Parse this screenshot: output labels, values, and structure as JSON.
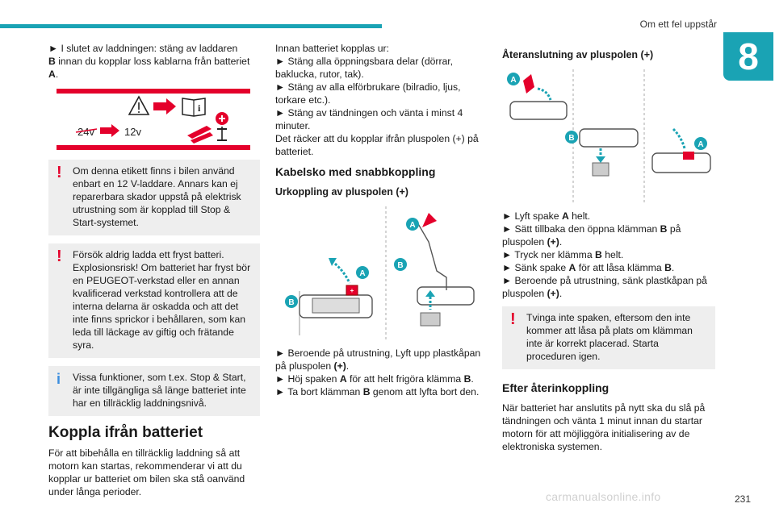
{
  "header": {
    "chapter_title": "Om ett fel uppstår",
    "chapter_number": "8"
  },
  "col1": {
    "intro_bullet": "► I slutet av laddningen: stäng av laddaren",
    "intro_b": "B",
    "intro_mid": " innan du kopplar loss kablarna från batteriet ",
    "intro_a": "A",
    "intro_end": ".",
    "label_24v": "24v",
    "label_12v": "12v",
    "warning1": "Om denna etikett finns i bilen använd enbart en 12 V-laddare. Annars kan ej reparerbara skador uppstå på elektrisk utrustning som är kopplad till Stop & Start-systemet.",
    "warning2": "Försök aldrig ladda ett fryst batteri. Explosionsrisk! Om batteriet har fryst bör en PEUGEOT-verkstad eller en annan kvalificerad verkstad kontrollera att de interna delarna är oskadda och att det inte finns sprickor i behållaren, som kan leda till läckage av giftig och frätande syra.",
    "info1": "Vissa funktioner, som t.ex. Stop & Start, är inte tillgängliga så länge batteriet inte har en tillräcklig laddningsnivå.",
    "section_title": "Koppla ifrån batteriet",
    "section_text": "För att bibehålla en tillräcklig laddning så att motorn kan startas, rekommenderar vi att du kopplar ur batteriet om bilen ska stå oanvänd under långa perioder."
  },
  "col2": {
    "intro": "Innan batteriet kopplas ur:",
    "b1": "► Stäng alla öppningsbara delar (dörrar, baklucka, rutor, tak).",
    "b2": "► Stäng av alla elförbrukare (bilradio, ljus, torkare etc.).",
    "b3": "► Stäng av tändningen och vänta i minst 4 minuter.",
    "after": "Det räcker att du kopplar ifrån pluspolen (+) på batteriet.",
    "heading": "Kabelsko med snabbkoppling",
    "subheading": "Urkoppling av pluspolen (+)",
    "fig_labels": [
      "A",
      "A",
      "B",
      "B"
    ],
    "s1_pre": "► Beroende på utrustning, Lyft upp plastkåpan på pluspolen ",
    "s1_b": "(+)",
    "s1_end": ".",
    "s2_pre": "► Höj spaken ",
    "s2_a": "A",
    "s2_mid": " för att helt frigöra klämma ",
    "s2_b": "B",
    "s2_end": ".",
    "s3_pre": "► Ta bort klämman ",
    "s3_b": "B",
    "s3_end": " genom att lyfta bort den."
  },
  "col3": {
    "subheading": "Återanslutning av pluspolen (+)",
    "fig_labels": [
      "A",
      "B",
      "A"
    ],
    "s1_pre": "► Lyft spake ",
    "s1_a": "A",
    "s1_end": " helt.",
    "s2_pre": "► Sätt tillbaka den öppna klämman ",
    "s2_b": "B",
    "s2_mid": " på pluspolen ",
    "s2_plus": "(+)",
    "s2_end": ".",
    "s3_pre": "► Tryck ner klämma ",
    "s3_b": "B",
    "s3_end": " helt.",
    "s4_pre": "► Sänk spake ",
    "s4_a": "A",
    "s4_mid": " för att låsa klämma ",
    "s4_b": "B",
    "s4_end": ".",
    "s5_pre": "► Beroende på utrustning, sänk plastkåpan på pluspolen ",
    "s5_plus": "(+)",
    "s5_end": ".",
    "warning": "Tvinga inte spaken, eftersom den inte kommer att låsa på plats om klämman inte är korrekt placerad. Starta proceduren igen.",
    "heading": "Efter återinkoppling",
    "text": "När batteriet har anslutits på nytt ska du slå på tändningen och vänta 1 minut innan du startar motorn för att möjliggöra initialisering av de elektroniska systemen."
  },
  "footer": {
    "page_number": "231",
    "watermark": "carmanualsonline.info"
  }
}
